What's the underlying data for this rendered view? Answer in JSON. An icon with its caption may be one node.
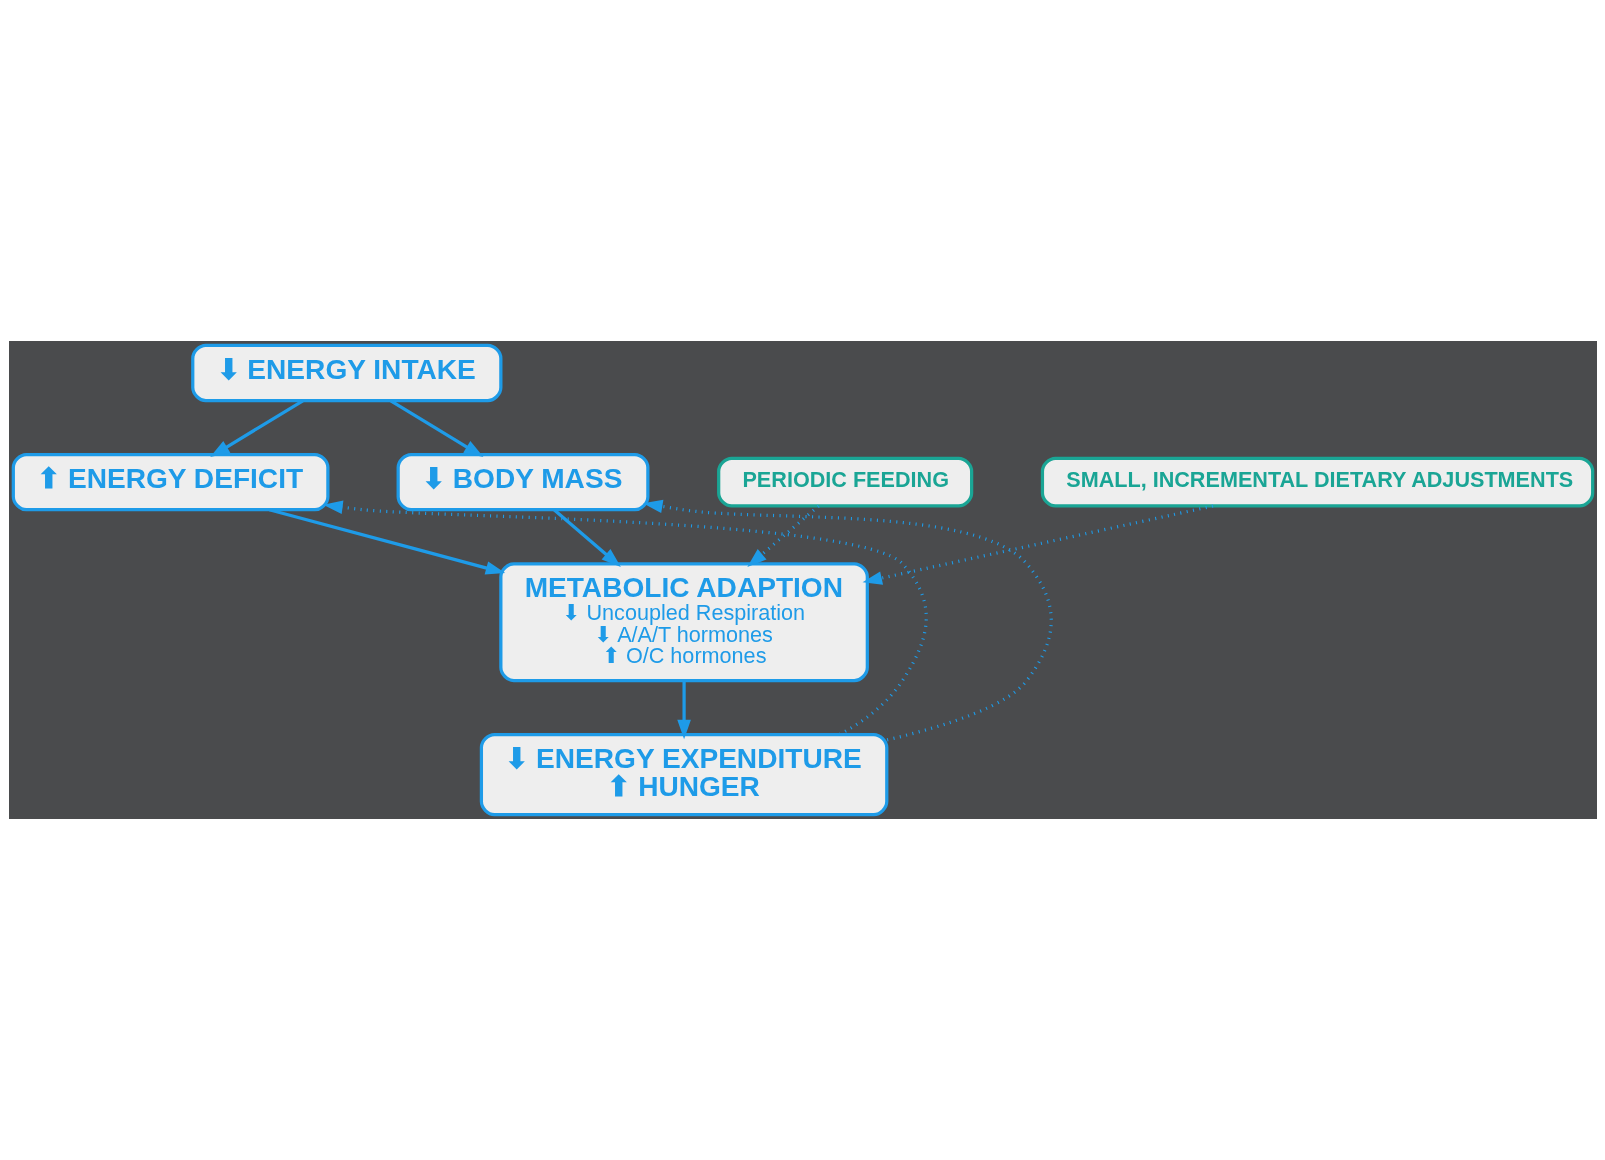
{
  "diagram": {
    "nodes": [
      {
        "text": [
          "⬇ ENERGY INTAKE"
        ]
      },
      {
        "text": [
          "⬆ ENERGY DEFICIT"
        ]
      },
      {
        "text": [
          "⬇ BODY MASS"
        ]
      },
      {
        "text": [
          "PERIODIC FEEDING"
        ]
      },
      {
        "text": [
          "SMALL, INCREMENTAL DIETARY ADJUSTMENTS"
        ]
      },
      {
        "text": [
          "METABOLIC ADAPTION",
          "⬇ Uncoupled Respiration",
          "⬇ A/A/T hormones",
          "⬆ O/C hormones"
        ]
      },
      {
        "text": [
          "⬇ ENERGY EXPENDITURE",
          "⬆ HUNGER"
        ]
      }
    ],
    "edges": [
      {
        "from": 0,
        "to": 1,
        "arrow": "to"
      },
      {
        "from": 0,
        "to": 2,
        "arrow": "to"
      },
      {
        "from": 1,
        "to": 5,
        "arrow": "to"
      },
      {
        "from": 2,
        "to": 5,
        "arrow": "to"
      },
      {
        "from": 3,
        "to": 5,
        "arrow": "to",
        "style": "dashed"
      },
      {
        "from": 4,
        "to": 5,
        "arrow": "to",
        "style": "dashed"
      },
      {
        "from": 5,
        "to": 6,
        "arrow": "to"
      },
      {
        "from": 6,
        "to": 1,
        "arrow": "to",
        "style": "dashed"
      },
      {
        "from": 6,
        "to": 2,
        "arrow": "to",
        "style": "dashed"
      }
    ]
  }
}
